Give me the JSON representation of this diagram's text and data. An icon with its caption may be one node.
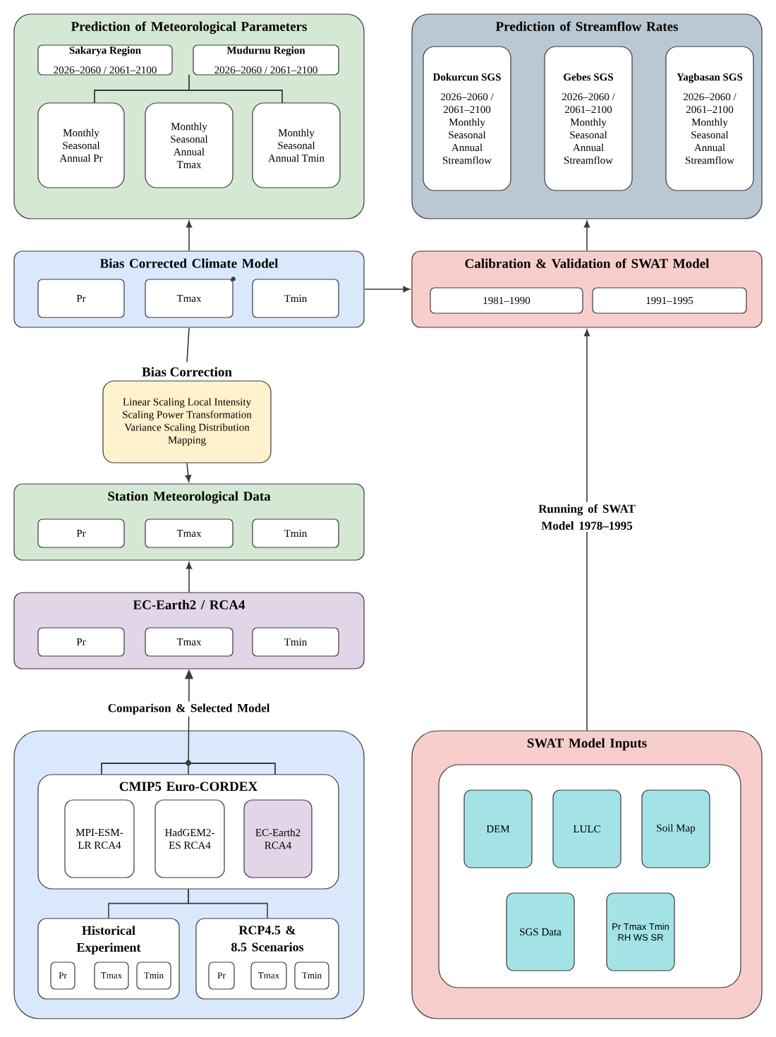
{
  "diagram": {
    "nodes": [
      {
        "text": [
          "Prediction of Meteorological Parameters"
        ]
      },
      {
        "text": [
          "Sakarya Region",
          "2026–2060 / 2061–2100"
        ],
        "in": 0
      },
      {
        "text": [
          "Mudurnu Region",
          "2026–2060 / 2061–2100"
        ],
        "in": 0
      },
      {
        "text": [
          "Monthly Seasonal Annual Pr"
        ],
        "in": 0
      },
      {
        "text": [
          "Monthly Seasonal Annual Tmax"
        ],
        "in": 0
      },
      {
        "text": [
          "Monthly Seasonal Annual Tmin"
        ],
        "in": 0
      },
      {
        "text": [
          "Prediction of Streamflow Rates"
        ]
      },
      {
        "text": [
          "Dokurcun SGS",
          "2026–2060 / 2061–2100 Monthly Seasonal Annual Streamflow"
        ],
        "in": 6
      },
      {
        "text": [
          "Gebes SGS",
          "2026–2060 / 2061–2100 Monthly Seasonal Annual Streamflow"
        ],
        "in": 6
      },
      {
        "text": [
          "Yagbasan SGS",
          "2026–2060 / 2061–2100 Monthly Seasonal Annual Streamflow"
        ],
        "in": 6
      },
      {
        "text": [
          "Bias Corrected Climate Model"
        ]
      },
      {
        "text": [
          "Pr"
        ],
        "in": 10
      },
      {
        "text": [
          "Tmax"
        ],
        "in": 10
      },
      {
        "text": [
          "Tmin"
        ],
        "in": 10
      },
      {
        "text": [
          "Calibration & Validation of SWAT Model"
        ]
      },
      {
        "text": [
          "1981–1990"
        ],
        "in": 14
      },
      {
        "text": [
          "1991–1995"
        ],
        "in": 14
      },
      {
        "text": [
          "Bias Correction",
          "Linear Scaling Local Intensity Scaling Power Transformation Variance Scaling Distribution Mapping"
        ]
      },
      {
        "text": [
          "Station Meteorological Data"
        ]
      },
      {
        "text": [
          "Pr"
        ],
        "in": 18
      },
      {
        "text": [
          "Tmax"
        ],
        "in": 18
      },
      {
        "text": [
          "Tmin"
        ],
        "in": 18
      },
      {
        "text": [
          "EC-Earth2 / RCA4"
        ]
      },
      {
        "text": [
          "Pr"
        ],
        "in": 22
      },
      {
        "text": [
          "Tmax"
        ],
        "in": 22
      },
      {
        "text": [
          "Tmin"
        ],
        "in": 22
      },
      {
        "text": [],
        "shape": "box"
      },
      {
        "text": [
          "CMIP5 Euro-CORDEX"
        ],
        "in": 26
      },
      {
        "text": [
          "MPI-ESM-LR RCA4"
        ],
        "in": 27
      },
      {
        "text": [
          "HadGEM2-ES RCA4"
        ],
        "in": 27
      },
      {
        "text": [
          "EC-Earth2 RCA4"
        ],
        "in": 27
      },
      {
        "text": [
          "Historical Experiment"
        ],
        "in": 26
      },
      {
        "text": [
          "Pr"
        ],
        "in": 31
      },
      {
        "text": [
          "Tmax"
        ],
        "in": 31
      },
      {
        "text": [
          "Tmin"
        ],
        "in": 31
      },
      {
        "text": [
          "RCP4.5 & 8.5 Scenarios"
        ],
        "in": 26
      },
      {
        "text": [
          "Pr"
        ],
        "in": 35
      },
      {
        "text": [
          "Tmax"
        ],
        "in": 35
      },
      {
        "text": [
          "Tmin"
        ],
        "in": 35
      },
      {
        "text": [
          "SWAT Model Inputs"
        ]
      },
      {
        "text": [],
        "shape": "box",
        "in": 39
      },
      {
        "text": [
          "DEM"
        ],
        "in": 40
      },
      {
        "text": [
          "LULC"
        ],
        "in": 40
      },
      {
        "text": [
          "Soil Map"
        ],
        "in": 40
      },
      {
        "text": [
          "SGS Data"
        ],
        "in": 40
      },
      {
        "text": [
          "Pr Tmax Tmin RH WS SR"
        ],
        "in": 40
      }
    ],
    "edges": [
      {
        "from": 10,
        "to": 0,
        "arrow": "to"
      },
      {
        "from": 10,
        "to": 14,
        "arrow": "to"
      },
      {
        "from": 14,
        "to": 6,
        "arrow": "to"
      },
      {
        "from": 17,
        "to": 10,
        "arrow": "none"
      },
      {
        "from": 17,
        "to": 18,
        "arrow": "to"
      },
      {
        "from": 22,
        "to": 18,
        "arrow": "to"
      },
      {
        "from": 27,
        "to": 22,
        "arrow": "to",
        "label": "Comparison & Selected Model"
      },
      {
        "from": 27,
        "to": 31,
        "arrow": "none"
      },
      {
        "from": 27,
        "to": 35,
        "arrow": "none"
      },
      {
        "from": 39,
        "to": 14,
        "arrow": "to",
        "label": "Running of SWAT Model 1978–1995"
      }
    ]
  }
}
